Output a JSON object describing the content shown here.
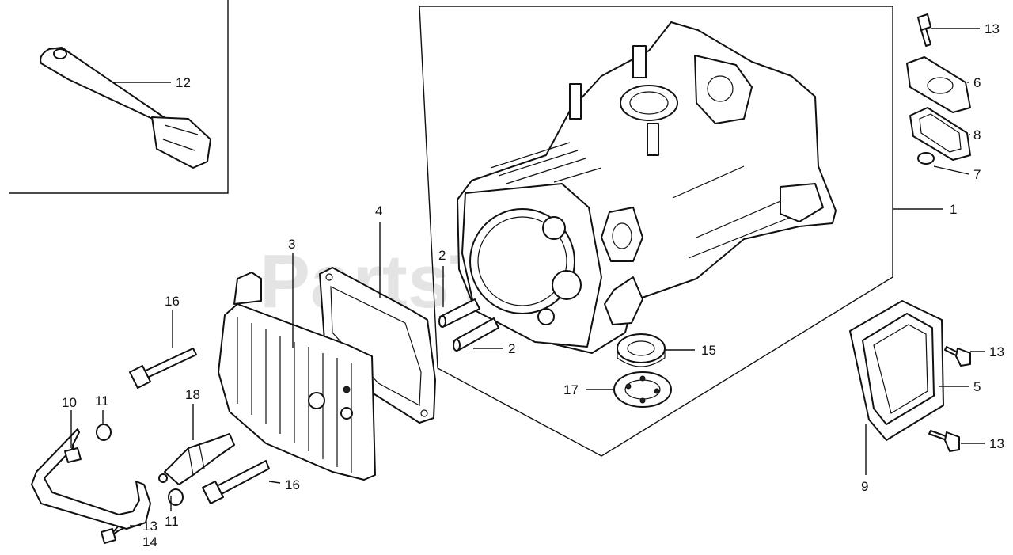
{
  "watermark": "PartsTree",
  "callouts": {
    "c1": "1",
    "c2a": "2",
    "c2b": "2",
    "c3": "3",
    "c4": "4",
    "c5": "5",
    "c6": "6",
    "c7": "7",
    "c8": "8",
    "c9": "9",
    "c10": "10",
    "c11a": "11",
    "c11b": "11",
    "c12": "12",
    "c13a": "13",
    "c13b": "13",
    "c13c": "13",
    "c13d": "13",
    "c14": "14",
    "c15": "15",
    "c16a": "16",
    "c16b": "16",
    "c17": "17",
    "c18": "18"
  }
}
